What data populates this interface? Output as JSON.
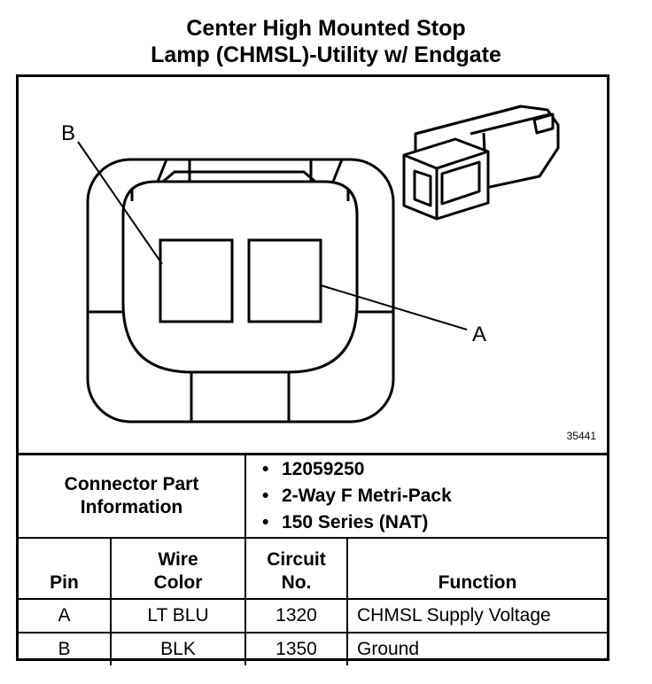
{
  "title": {
    "line1": "Center High Mounted Stop",
    "line2": "Lamp (CHMSL)-Utility w/ Endgate"
  },
  "diagram": {
    "label_b": "B",
    "label_a": "A",
    "ref_number": "35441"
  },
  "connector_info": {
    "label_line1": "Connector Part",
    "label_line2": "Information",
    "items": [
      "12059250",
      "2-Way F Metri-Pack",
      "150 Series (NAT)"
    ]
  },
  "pin_table": {
    "headers": {
      "pin": "Pin",
      "wire_line1": "Wire",
      "wire_line2": "Color",
      "circuit_line1": "Circuit",
      "circuit_line2": "No.",
      "function": "Function"
    },
    "rows": [
      {
        "pin": "A",
        "wire": "LT BLU",
        "circuit": "1320",
        "function": "CHMSL Supply Voltage"
      },
      {
        "pin": "B",
        "wire": "BLK",
        "circuit": "1350",
        "function": "Ground"
      }
    ]
  }
}
